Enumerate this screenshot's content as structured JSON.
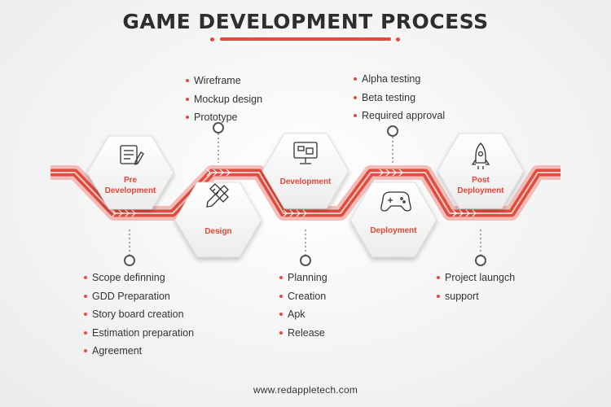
{
  "title": "GAME DEVELOPMENT PROCESS",
  "accent_color": "#e24b3f",
  "stages": [
    {
      "label_line1": "Pre",
      "label_line2": "Development",
      "icon": "document-list-icon"
    },
    {
      "label_line1": "Design",
      "label_line2": "",
      "icon": "pencil-ruler-icon"
    },
    {
      "label_line1": "Development",
      "label_line2": "",
      "icon": "monitor-icon"
    },
    {
      "label_line1": "Deployment",
      "label_line2": "",
      "icon": "gamepad-icon"
    },
    {
      "label_line1": "Post",
      "label_line2": "Deployment",
      "icon": "rocket-icon"
    }
  ],
  "lists": {
    "pre_development": [
      "Scope definning",
      "GDD Preparation",
      "Story board creation",
      "Estimation preparation",
      "Agreement"
    ],
    "design": [
      "Wireframe",
      "Mockup design",
      "Prototype"
    ],
    "development": [
      "Planning",
      "Creation",
      "Apk",
      "Release"
    ],
    "deployment": [
      "Alpha testing",
      "Beta testing",
      "Required approval"
    ],
    "post_deployment": [
      "Project laungch",
      "support"
    ]
  },
  "footer": "www.redappletech.com"
}
